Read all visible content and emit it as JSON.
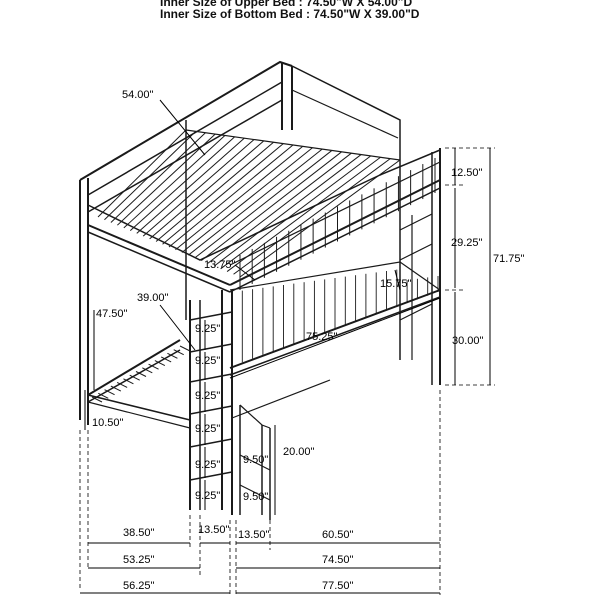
{
  "header": {
    "line1": "Inner Size of Upper Bed : 74.50\"W X 54.00\"D",
    "line2": "Inner Size of Bottom Bed : 74.50\"W X 39.00\"D"
  },
  "dimensions": {
    "upper_depth": "54.00\"",
    "guard_height": "12.50\"",
    "upper_to_desk": "29.25\"",
    "total_height": "71.75\"",
    "desk_height": "30.00\"",
    "desk_depth": "15.75\"",
    "slat_gap": "13.75\"",
    "lower_depth": "39.00\"",
    "lower_clearance": "47.50\"",
    "desk_length": "75.25\"",
    "lower_leg": "10.50\"",
    "step1": "9.25\"",
    "step2": "9.25\"",
    "step3": "9.25\"",
    "step4": "9.25\"",
    "step5": "9.25\"",
    "step6": "9.25\"",
    "shelf_height": "20.00\"",
    "shelf_step1": "9.50\"",
    "shelf_step2": "9.50\"",
    "bottom_row1_a": "38.50\"",
    "bottom_row1_b": "13.50\"",
    "bottom_row1_c": "13.50\"",
    "bottom_row1_d": "60.50\"",
    "bottom_row2_a": "53.25\"",
    "bottom_row2_b": "74.50\"",
    "bottom_row3_a": "56.25\"",
    "bottom_row3_b": "77.50\""
  }
}
